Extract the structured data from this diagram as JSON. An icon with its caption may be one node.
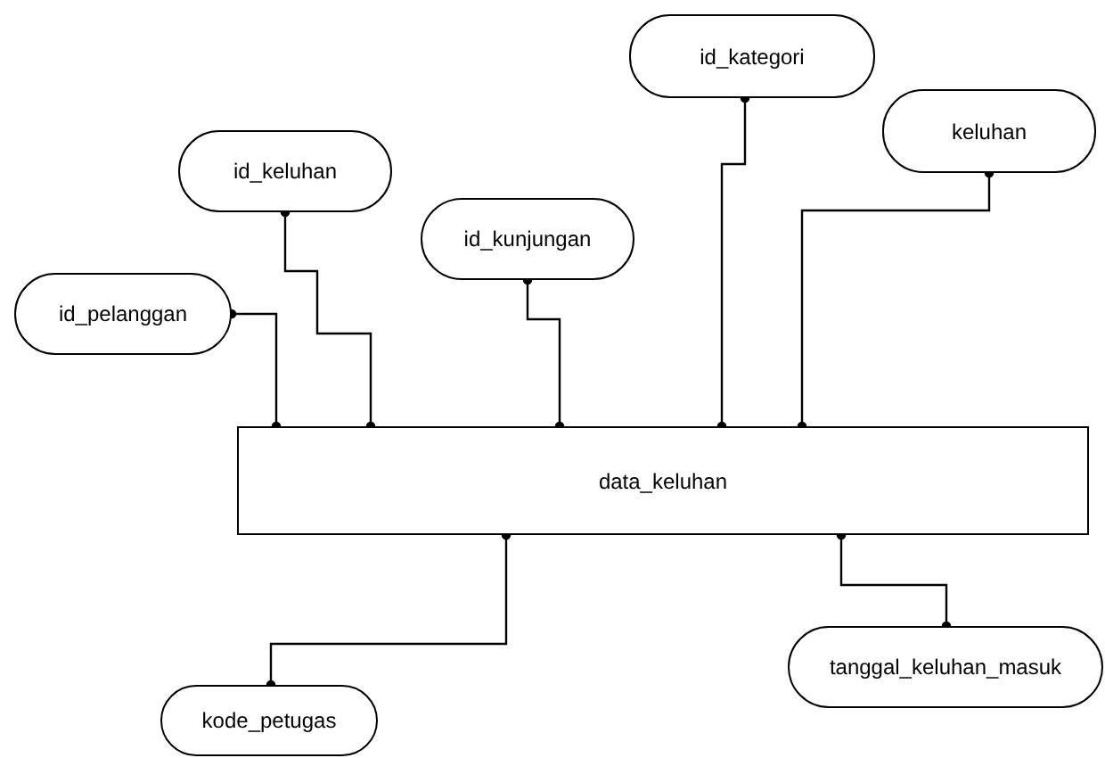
{
  "diagram": {
    "nodes": [
      {
        "text": [
          "id_kategori"
        ]
      },
      {
        "text": [
          "keluhan"
        ]
      },
      {
        "text": [
          "id_keluhan"
        ]
      },
      {
        "text": [
          "id_kunjungan"
        ]
      },
      {
        "text": [
          "id_pelanggan"
        ]
      },
      {
        "text": [
          "data_keluhan"
        ]
      },
      {
        "text": [
          "kode_petugas"
        ]
      },
      {
        "text": [
          "tanggal_keluhan_masuk"
        ]
      }
    ],
    "edges": [
      {
        "from": 4,
        "to": 5,
        "arrow": "other"
      },
      {
        "from": 2,
        "to": 5,
        "arrow": "other"
      },
      {
        "from": 3,
        "to": 5,
        "arrow": "other"
      },
      {
        "from": 0,
        "to": 5,
        "arrow": "other"
      },
      {
        "from": 1,
        "to": 5,
        "arrow": "other"
      },
      {
        "from": 5,
        "to": 6,
        "arrow": "other"
      },
      {
        "from": 5,
        "to": 7,
        "arrow": "other"
      }
    ]
  }
}
